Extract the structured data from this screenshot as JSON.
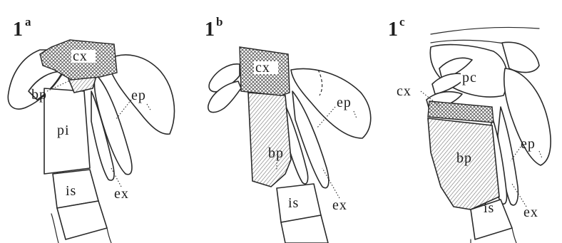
{
  "panels": [
    {
      "id": "1a",
      "number": "1",
      "superscript": "a",
      "labels": {
        "cx": "cx",
        "bp": "bp",
        "pi": "pi",
        "ep": "ep",
        "is": "is",
        "ex": "ex"
      }
    },
    {
      "id": "1b",
      "number": "1",
      "superscript": "b",
      "labels": {
        "cx": "cx",
        "ep": "ep",
        "bp": "bp",
        "is": "is",
        "ex": "ex"
      }
    },
    {
      "id": "1c",
      "number": "1",
      "superscript": "c",
      "labels": {
        "pc": "pc",
        "cx": "cx",
        "ep": "ep",
        "bp": "bp",
        "is": "is",
        "ex": "ex"
      }
    }
  ],
  "colors": {
    "line": "#2a2a2a",
    "background": "#ffffff"
  }
}
